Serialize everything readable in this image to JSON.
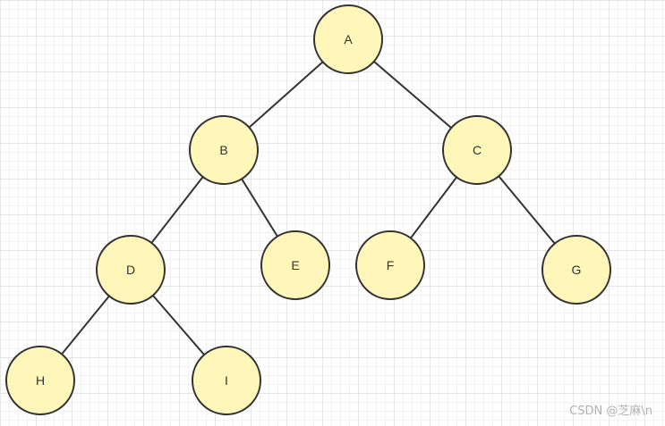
{
  "diagram": {
    "type": "binary-tree",
    "colors": {
      "node_fill": "#fff7b9",
      "node_stroke": "#333333",
      "edge": "#333333",
      "label": "#333333"
    },
    "nodes": [
      {
        "id": "A",
        "label": "A"
      },
      {
        "id": "B",
        "label": "B"
      },
      {
        "id": "C",
        "label": "C"
      },
      {
        "id": "D",
        "label": "D"
      },
      {
        "id": "E",
        "label": "E"
      },
      {
        "id": "F",
        "label": "F"
      },
      {
        "id": "G",
        "label": "G"
      },
      {
        "id": "H",
        "label": "H"
      },
      {
        "id": "I",
        "label": "I"
      }
    ],
    "edges": [
      {
        "from": "A",
        "to": "B"
      },
      {
        "from": "A",
        "to": "C"
      },
      {
        "from": "B",
        "to": "D"
      },
      {
        "from": "B",
        "to": "E"
      },
      {
        "from": "C",
        "to": "F"
      },
      {
        "from": "C",
        "to": "G"
      },
      {
        "from": "D",
        "to": "H"
      },
      {
        "from": "D",
        "to": "I"
      }
    ]
  },
  "watermark": {
    "text": "CSDN @芝麻\\n"
  }
}
